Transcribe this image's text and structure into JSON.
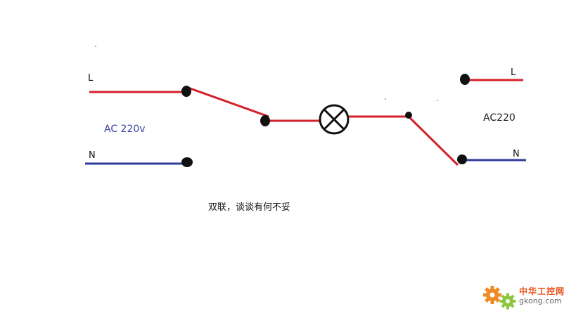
{
  "labels": {
    "left_L": "L",
    "left_N": "N",
    "left_voltage": "AC 220v",
    "right_L": "L",
    "right_N": "N",
    "right_voltage": "AC220"
  },
  "caption": "双联，谈谈有何不妥",
  "watermark": {
    "brand": "中华工控网",
    "domain": "gkong.com"
  },
  "colors": {
    "live": "#d4202a",
    "neutral": "#2e3a9c",
    "terminal": "#111111",
    "lamp": "#111111",
    "logo_orange": "#e94f1a",
    "logo_green": "#8cc63f"
  }
}
